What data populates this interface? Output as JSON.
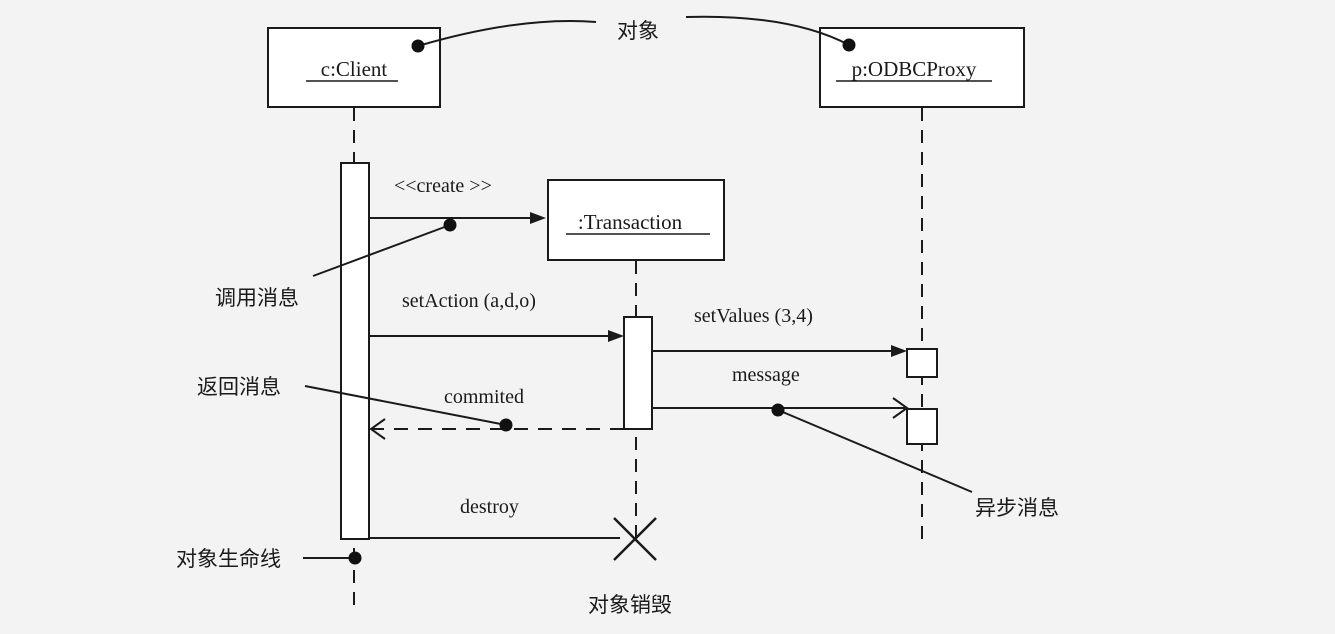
{
  "objects": {
    "client": "c:Client",
    "transaction": ":Transaction",
    "proxy": "p:ODBCProxy"
  },
  "messages": {
    "create": "<<create >>",
    "set_action": "setAction  (a,d,o)",
    "set_values": "setValues  (3,4)",
    "message": "message",
    "commited": "commited",
    "destroy": "destroy"
  },
  "annotations": {
    "object": "对象",
    "call_message": "调用消息",
    "return_message": "返回消息",
    "async_message": "异步消息",
    "object_lifeline": "对象生命线",
    "object_destruction": "对象销毁"
  }
}
